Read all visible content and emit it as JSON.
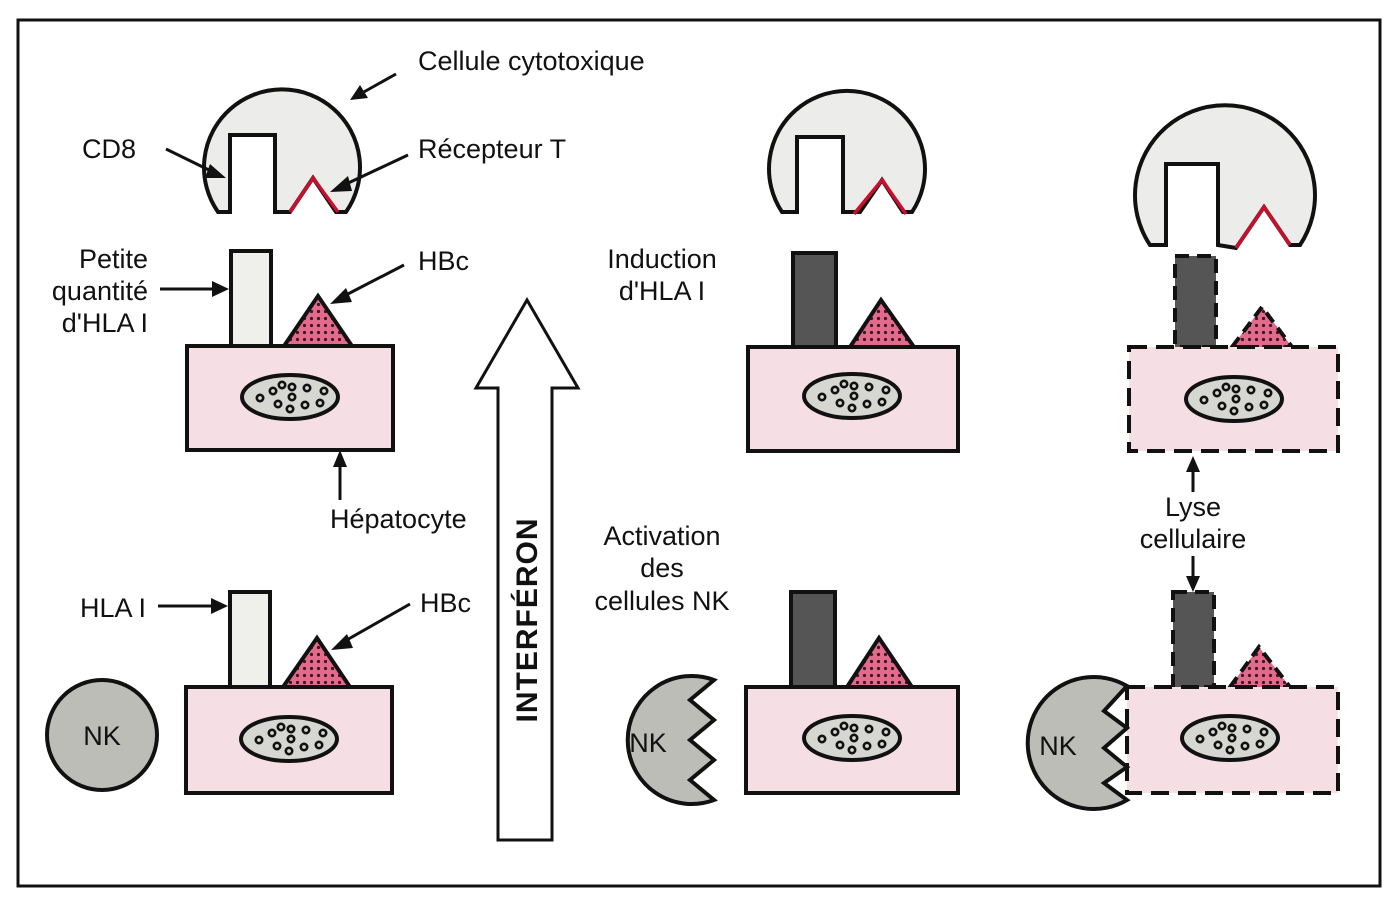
{
  "diagram": {
    "title": "",
    "colors": {
      "hepatocyte": "#f6dfe4",
      "hbc": "#d94a73",
      "hla_low": "#efefec",
      "hla_high": "#555555",
      "nk_cell": "#bdbdb8",
      "cytotoxic_cell": "#ececea",
      "receptor_t": "#c8102e"
    },
    "labels": {
      "cytotoxic_cell": "Cellule cytotoxique",
      "cd8": "CD8",
      "receptor_t": "Récepteur T",
      "small_hla_line1": "Petite",
      "small_hla_line2": "quantité",
      "small_hla_line3": "d'HLA I",
      "hbc_top": "HBc",
      "hepatocyte": "Hépatocyte",
      "hla_i": "HLA I",
      "hbc_bottom": "HBc",
      "nk_left": "NK",
      "interferon": "INTERFÉRON",
      "induction_line1": "Induction",
      "induction_line2": "d'HLA I",
      "activation_line1": "Activation",
      "activation_line2": "des",
      "activation_line3": "cellules NK",
      "nk_middle": "NK",
      "lysis_line1": "Lyse",
      "lysis_line2": "cellulaire",
      "nk_right": "NK"
    }
  }
}
